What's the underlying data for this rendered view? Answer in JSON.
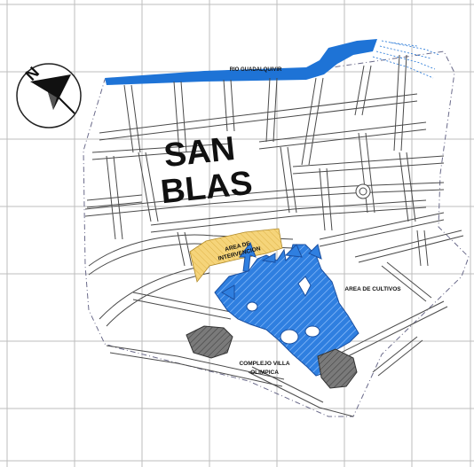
{
  "map": {
    "title": "",
    "district_label_line1": "SAN",
    "district_label_line2": "BLAS",
    "river_label": "RIO GUADALQUIVIR",
    "intervention_label_line1": "AREA DE",
    "intervention_label_line2": "INTERVENCION",
    "crops_label": "AREA DE CULTIVOS",
    "olympic_label_line1": "COMPLEJO VILLA",
    "olympic_label_line2": "OLIMPICA",
    "north_symbol": "N",
    "north_icon": "north-arrow-icon",
    "colors": {
      "river": "#1e73d6",
      "intervention": "#f5d47a",
      "green_area": "#2f7fe0",
      "olympic_complex": "#808080",
      "grid": "#bdbdbd",
      "roads": "#4a4a4a"
    }
  }
}
